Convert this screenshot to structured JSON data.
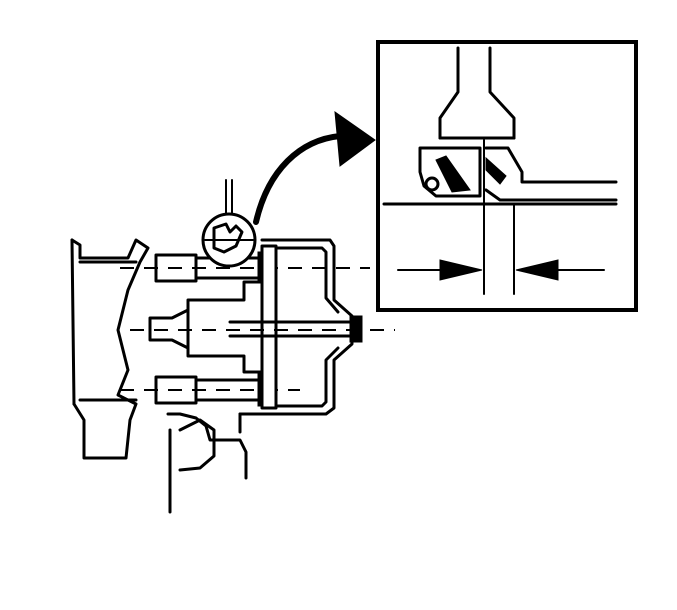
{
  "figure": {
    "type": "technical-line-drawing",
    "main_view": "cross-section-of-hub-assembly",
    "detail_view": "enlarged-seal-clearance",
    "callout": "circle-with-curved-arrow-to-detail-box",
    "measurement": "clearance-between-two-opposing-arrows",
    "colors": {
      "ink": "#000000",
      "paper": "#ffffff"
    }
  }
}
